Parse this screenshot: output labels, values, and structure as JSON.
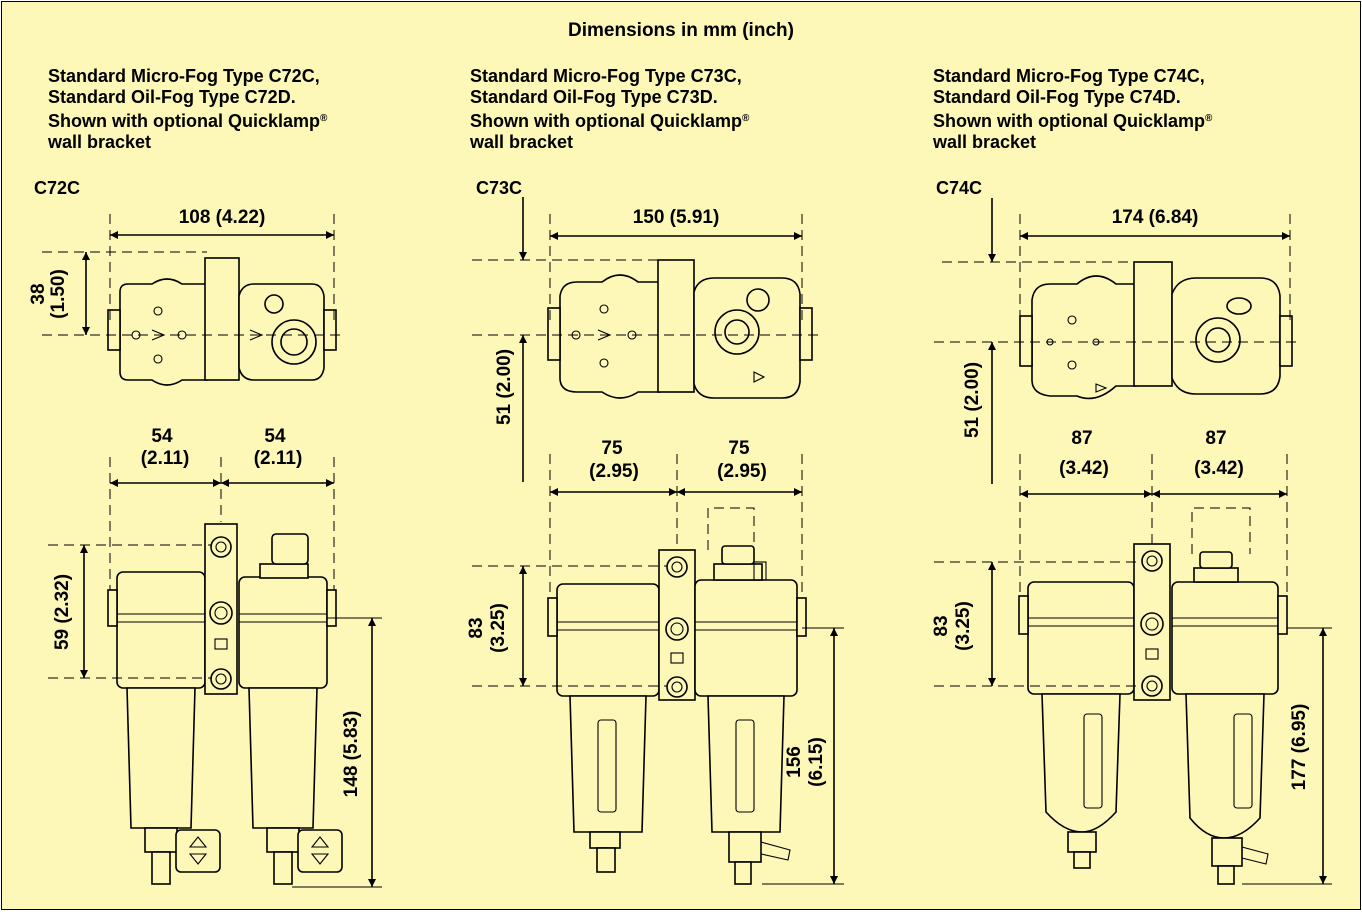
{
  "title": "Dimensions in mm (inch)",
  "units_note": "mm (inch)",
  "panels": [
    {
      "caption": [
        "Standard Micro-Fog Type C72C,",
        "Standard Oil-Fog Type C72D.",
        "Shown with optional Quicklamp",
        "wall bracket"
      ],
      "model": "C72C",
      "dims": {
        "top_width": "108 (4.22)",
        "top_height_a": "38",
        "top_height_b": "(1.50)",
        "left_w_a": "54",
        "left_w_b": "(2.11)",
        "right_w_a": "54",
        "right_w_b": "(2.11)",
        "body_h": "59 (2.32)",
        "total_h": "148 (5.83)"
      }
    },
    {
      "caption": [
        "Standard Micro-Fog Type C73C,",
        "Standard Oil-Fog Type C73D.",
        "Shown with optional Quicklamp",
        "wall bracket"
      ],
      "model": "C73C",
      "dims": {
        "top_width": "150 (5.91)",
        "depth": "51 (2.00)",
        "left_w_a": "75",
        "left_w_b": "(2.95)",
        "right_w_a": "75",
        "right_w_b": "(2.95)",
        "body_h_a": "83",
        "body_h_b": "(3.25)",
        "total_h_a": "156",
        "total_h_b": "(6.15)"
      }
    },
    {
      "caption": [
        "Standard Micro-Fog Type C74C,",
        "Standard Oil-Fog Type C74D.",
        "Shown with optional Quicklamp",
        "wall bracket"
      ],
      "model": "C74C",
      "dims": {
        "top_width": "174 (6.84)",
        "depth": "51 (2.00)",
        "left_w_a": "87",
        "left_w_b": "(3.42)",
        "right_w_a": "87",
        "right_w_b": "(3.42)",
        "body_h_a": "83",
        "body_h_b": "(3.25)",
        "total_h": "177 (6.95)"
      }
    }
  ],
  "registered_mark": "®",
  "colors": {
    "background": "#fdf7b8",
    "line": "#000000"
  }
}
